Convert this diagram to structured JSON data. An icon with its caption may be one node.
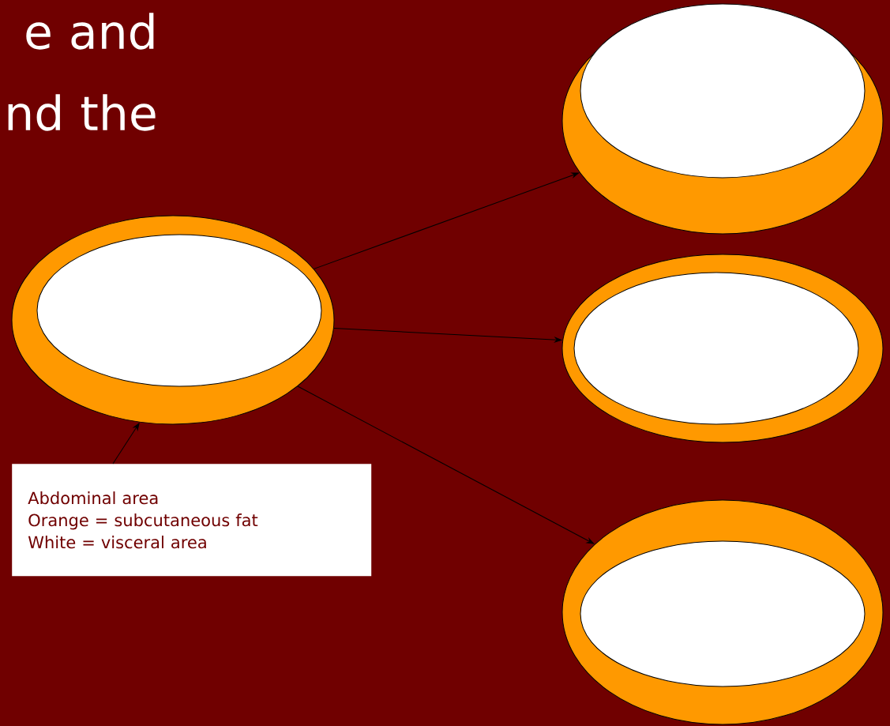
{
  "diagram": {
    "title": "e and nd the",
    "nodes": [
      {
        "text": [],
        "shape": "ellipse"
      },
      {
        "text": [],
        "shape": "ellipse"
      },
      {
        "text": [],
        "shape": "ellipse"
      },
      {
        "text": [],
        "shape": "ellipse"
      },
      {
        "text": [
          "Abdominal  area",
          "Orange = subcutaneous fat",
          "White = visceral area"
        ]
      }
    ],
    "edges": [
      {
        "from": 0,
        "to": 1,
        "arrow": "to"
      },
      {
        "from": 0,
        "to": 2,
        "arrow": "to"
      },
      {
        "from": 0,
        "to": 3,
        "arrow": "to"
      },
      {
        "from": 4,
        "to": 0,
        "arrow": "to"
      }
    ]
  }
}
